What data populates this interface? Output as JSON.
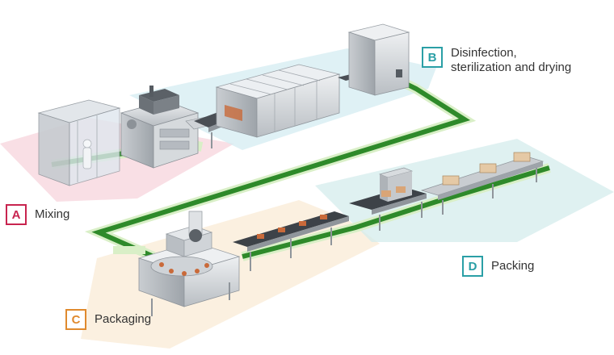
{
  "zones": [
    {
      "letter": "A",
      "name": "Mixing",
      "color": "#c8244f",
      "zone_fill": "#f7d4dc"
    },
    {
      "letter": "B",
      "name_line1": "Disinfection,",
      "name_line2": "sterilization and drying",
      "color": "#2a9fa6",
      "zone_fill": "#d4ecf1"
    },
    {
      "letter": "C",
      "name": "Packaging",
      "color": "#e08a2e",
      "zone_fill": "#faebd6"
    },
    {
      "letter": "D",
      "name": "Packing",
      "color": "#2a9fa6",
      "zone_fill": "#d4ecec"
    }
  ],
  "track_color": "#2e8a2a",
  "track_light_color": "#d9efc7"
}
